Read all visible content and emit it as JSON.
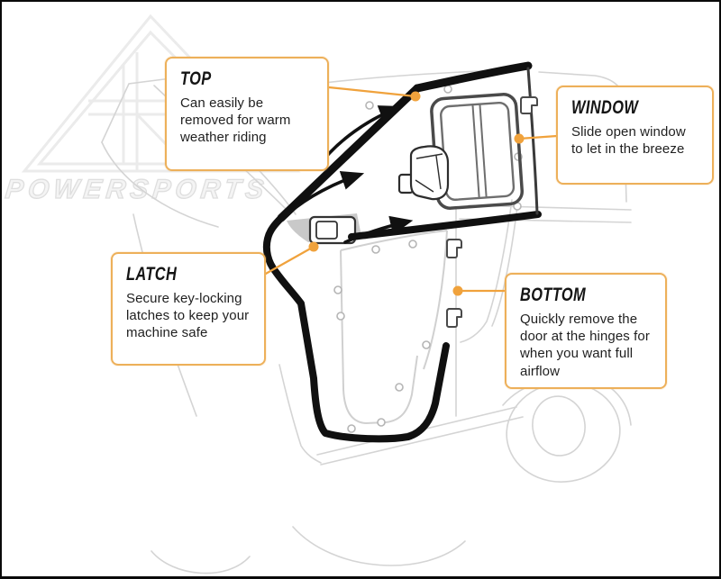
{
  "watermark": {
    "brand_text": "POWERSPORTS",
    "logo": "offroad-triangle-logo"
  },
  "callouts": [
    {
      "id": "top",
      "title": "TOP",
      "body": "Can easily be removed for warm weather riding"
    },
    {
      "id": "window",
      "title": "WINDOW",
      "body": "Slide open window to let in the breeze"
    },
    {
      "id": "latch",
      "title": "LATCH",
      "body": "Secure key-locking latches to keep your machine safe"
    },
    {
      "id": "bottom",
      "title": "BOTTOM",
      "body": "Quickly remove the door at the hinges for when you want full airflow"
    }
  ],
  "diagram": {
    "subject": "utv-cab-door-with-sliding-window",
    "annotations": [
      "callout-anchor-dot",
      "direction-arrow"
    ],
    "colors": {
      "accent_orange": "#F0A23C",
      "callout_border": "#EDB05A",
      "door_black": "#101010",
      "vehicle_gray": "#D4D4D4",
      "watermark_gray": "#E5E5E5",
      "text_dark": "#1F1F1F"
    }
  }
}
